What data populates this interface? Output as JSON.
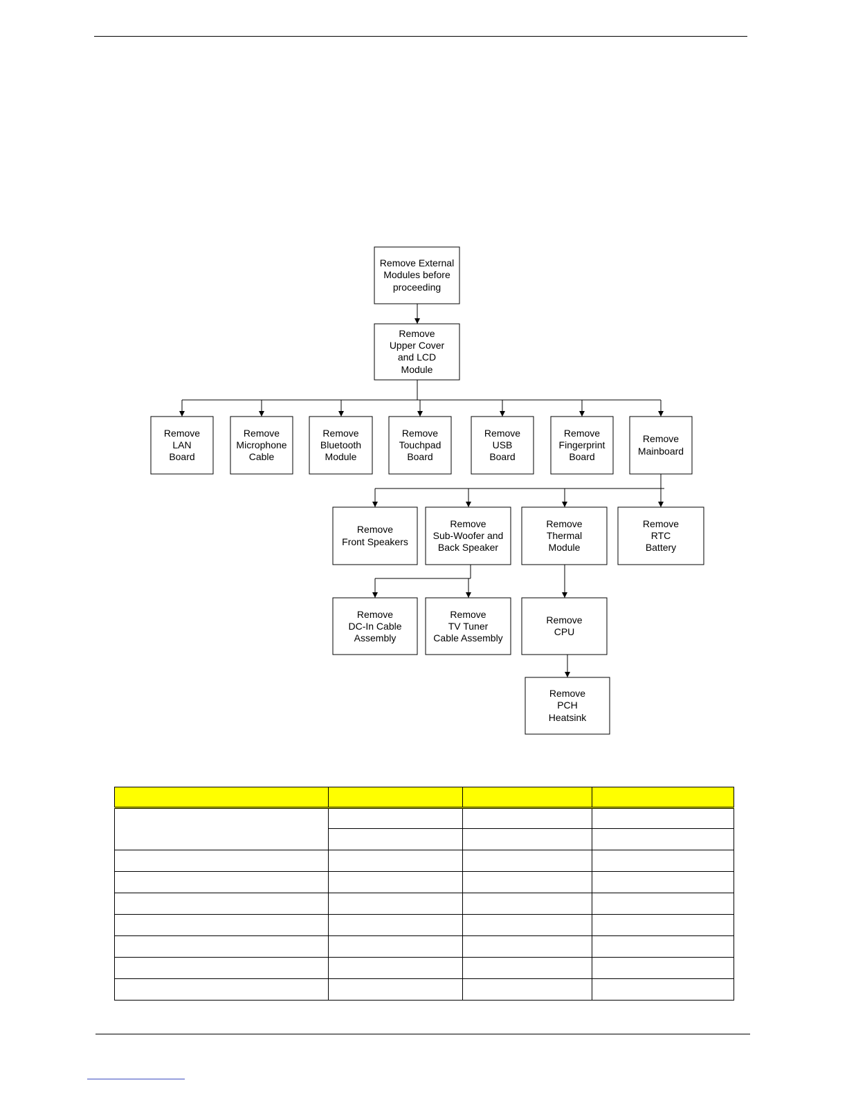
{
  "flowchart": {
    "nodes": [
      {
        "id": "n1",
        "lines": [
          "Remove External",
          "Modules before",
          "proceeding"
        ]
      },
      {
        "id": "n2",
        "lines": [
          "Remove",
          "Upper Cover",
          "and LCD",
          "Module"
        ]
      },
      {
        "id": "n3",
        "lines": [
          "Remove",
          "LAN",
          "Board"
        ]
      },
      {
        "id": "n4",
        "lines": [
          "Remove",
          "Microphone",
          "Cable"
        ]
      },
      {
        "id": "n5",
        "lines": [
          "Remove",
          "Bluetooth",
          "Module"
        ]
      },
      {
        "id": "n6",
        "lines": [
          "Remove",
          "Touchpad",
          "Board"
        ]
      },
      {
        "id": "n7",
        "lines": [
          "Remove",
          "USB",
          "Board"
        ]
      },
      {
        "id": "n8",
        "lines": [
          "Remove",
          "Fingerprint",
          "Board"
        ]
      },
      {
        "id": "n9",
        "lines": [
          "Remove",
          "Mainboard"
        ]
      },
      {
        "id": "n10",
        "lines": [
          "Remove",
          "Front Speakers"
        ]
      },
      {
        "id": "n11",
        "lines": [
          "Remove",
          "Sub-Woofer and",
          "Back Speaker"
        ]
      },
      {
        "id": "n12",
        "lines": [
          "Remove",
          "Thermal",
          "Module"
        ]
      },
      {
        "id": "n13",
        "lines": [
          "Remove",
          "RTC",
          "Battery"
        ]
      },
      {
        "id": "n14",
        "lines": [
          "Remove",
          "DC-In Cable",
          "Assembly"
        ]
      },
      {
        "id": "n15",
        "lines": [
          "Remove",
          "TV Tuner",
          "Cable Assembly"
        ]
      },
      {
        "id": "n16",
        "lines": [
          "Remove",
          "CPU"
        ]
      },
      {
        "id": "n17",
        "lines": [
          "Remove",
          "PCH",
          "Heatsink"
        ]
      }
    ]
  },
  "table": {
    "header": [
      "",
      "",
      "",
      ""
    ],
    "rows": [
      [
        "",
        "",
        "",
        ""
      ],
      [
        "",
        "",
        ""
      ],
      [
        "",
        "",
        "",
        ""
      ],
      [
        "",
        "",
        "",
        ""
      ],
      [
        "",
        "",
        "",
        ""
      ],
      [
        "",
        "",
        "",
        ""
      ],
      [
        "",
        "",
        "",
        ""
      ],
      [
        "",
        "",
        "",
        ""
      ],
      [
        "",
        "",
        "",
        ""
      ]
    ]
  }
}
